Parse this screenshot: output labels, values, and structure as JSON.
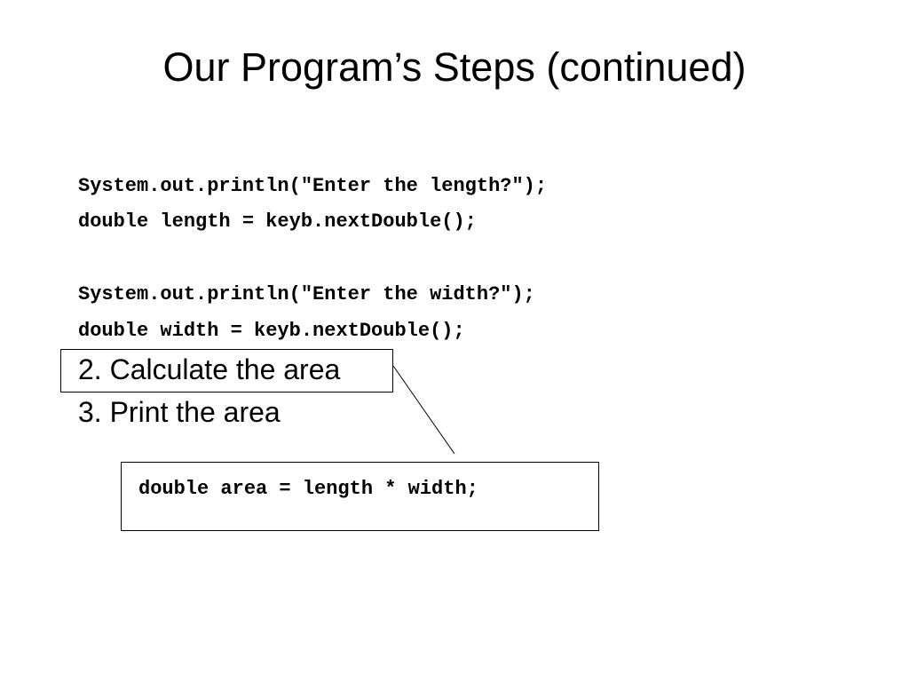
{
  "slide": {
    "title": "Our Program’s Steps (continued)",
    "code_lines": [
      "System.out.println(\"Enter the length?\");",
      "double length = keyb.nextDouble();",
      "System.out.println(\"Enter the width?\");",
      "double width = keyb.nextDouble();"
    ],
    "steps": [
      "2. Calculate the area",
      "3. Print the area"
    ],
    "callout": {
      "code": "double area = length * width;"
    }
  }
}
